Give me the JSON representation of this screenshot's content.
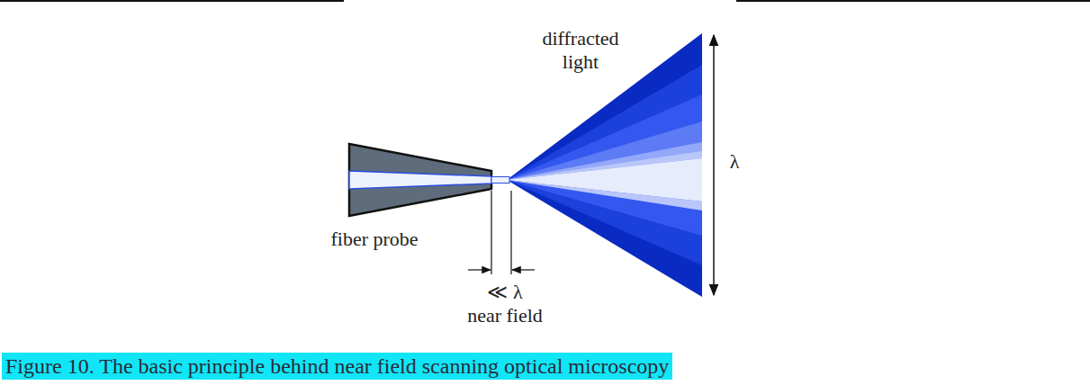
{
  "diagram": {
    "caption": "Figure 10. The basic principle behind near field scanning optical microscopy",
    "labels": [
      "diffracted light",
      "λ",
      "fiber probe",
      "≪ λ",
      "near field"
    ]
  }
}
